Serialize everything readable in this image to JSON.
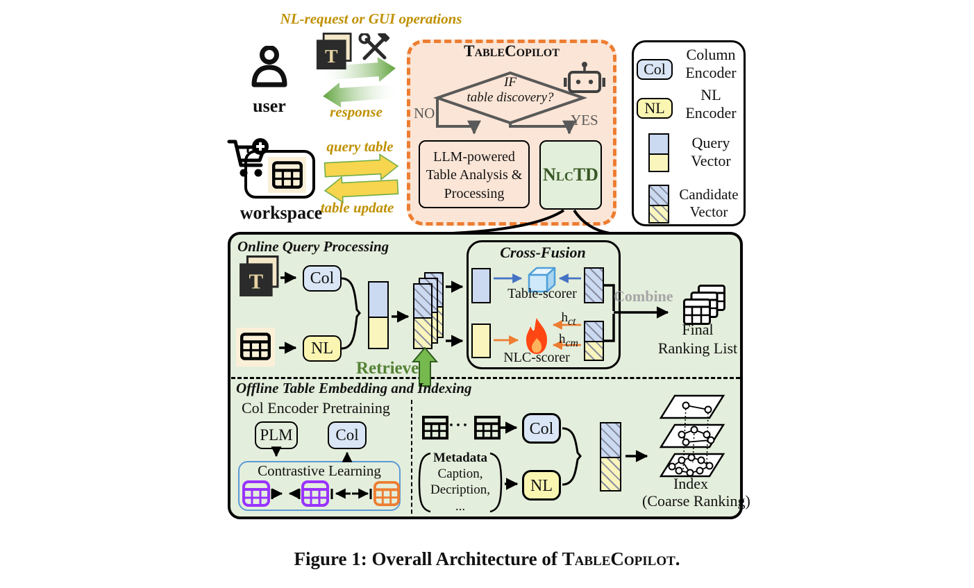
{
  "top": {
    "nl_request_label": "NL-request or GUI operations",
    "response_label": "response",
    "user_label": "user",
    "workspace_label": "workspace",
    "query_table_label": "query table",
    "table_update_label": "table update"
  },
  "tablecopilot": {
    "title": "TableCopilot",
    "diamond_line1": "IF",
    "diamond_line2": "table discovery?",
    "no_label": "NO",
    "yes_label": "YES",
    "llm_lines": [
      "LLM-powered",
      "Table Analysis &",
      "Processing"
    ],
    "nlctd_label": "NlcTD"
  },
  "legend": {
    "items": [
      {
        "badge": "Col",
        "line1": "Column",
        "line2": "Encoder"
      },
      {
        "badge": "NL",
        "line1": "NL",
        "line2": "Encoder"
      },
      {
        "line1": "Query",
        "line2": "Vector"
      },
      {
        "line1": "Candidate",
        "line2": "Vector"
      }
    ]
  },
  "online": {
    "title": "Online Query Processing",
    "col_label": "Col",
    "nl_label": "NL",
    "retrieve_label": "Retrieve",
    "cross_fusion_title": "Cross-Fusion",
    "table_scorer_label": "Table-scorer",
    "nlc_scorer_label": "NLC-scorer",
    "h_ct_base": "h",
    "h_ct_sub": "ct",
    "h_cm_base": "h",
    "h_cm_sub": "cm",
    "combine_label": "Combine",
    "final_line1": "Final",
    "final_line2": "Ranking List"
  },
  "offline": {
    "title": "Offline Table Embedding and Indexing",
    "pretraining_label": "Col Encoder Pretraining",
    "plm_label": "PLM",
    "col_label": "Col",
    "contrastive_label": "Contrastive Learning",
    "dots_label": "···",
    "col2_label": "Col",
    "nl_label": "NL",
    "metadata_title": "Metadata",
    "metadata_lines": [
      "Caption,",
      "Decription,",
      "..."
    ],
    "index_label": "Index",
    "coarse_label": "(Coarse Ranking)"
  },
  "caption": {
    "prefix": "Figure 1: Overall Architecture of ",
    "name": "TableCopilot",
    "suffix": "."
  },
  "colors": {
    "accent_orange": "#ED7D31",
    "peach_bg": "#FBE5D6",
    "green_bg": "#E4EEDC",
    "encoder_blue": "#DAE6F5",
    "encoder_yellow": "#FAF6B2",
    "vector_blue": "#CBD9F1",
    "vector_yellow": "#FAF5BD",
    "olive_text": "#BF9000",
    "dark_green_text": "#385723",
    "retrieve_green": "#538135",
    "combine_gray": "#A6A6A6",
    "flow_gray": "#595959",
    "arrow_blue": "#4472C4",
    "arrow_orange": "#ED7D31",
    "contrastive_blue": "#5B9BD5",
    "table_purple": "#9933FF"
  }
}
